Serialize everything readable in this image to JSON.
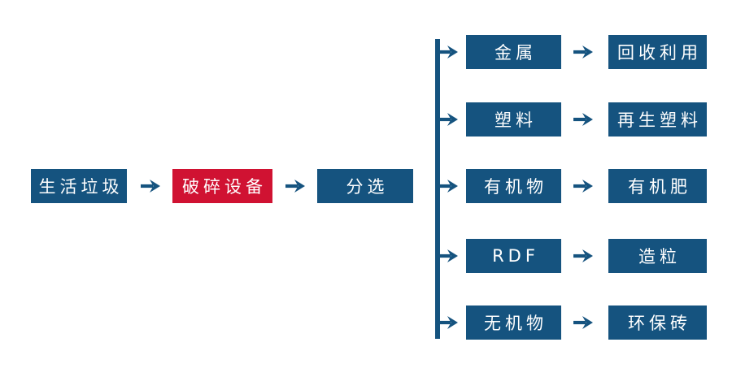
{
  "colors": {
    "primary_blue": "#15537F",
    "accent_red": "#D01232",
    "text_white": "#FFFFFF",
    "background": "#FFFFFF"
  },
  "flowchart": {
    "main_nodes": [
      {
        "label": "生活垃圾",
        "style": "blue"
      },
      {
        "label": "破碎设备",
        "style": "red"
      },
      {
        "label": "分选",
        "style": "blue"
      }
    ],
    "branches": [
      {
        "material": "金属",
        "outcome": "回收利用"
      },
      {
        "material": "塑料",
        "outcome": "再生塑料"
      },
      {
        "material": "有机物",
        "outcome": "有机肥"
      },
      {
        "material": "RDF",
        "outcome": "造粒"
      },
      {
        "material": "无机物",
        "outcome": "环保砖"
      }
    ]
  },
  "icons": {
    "arrow_right": "→"
  }
}
